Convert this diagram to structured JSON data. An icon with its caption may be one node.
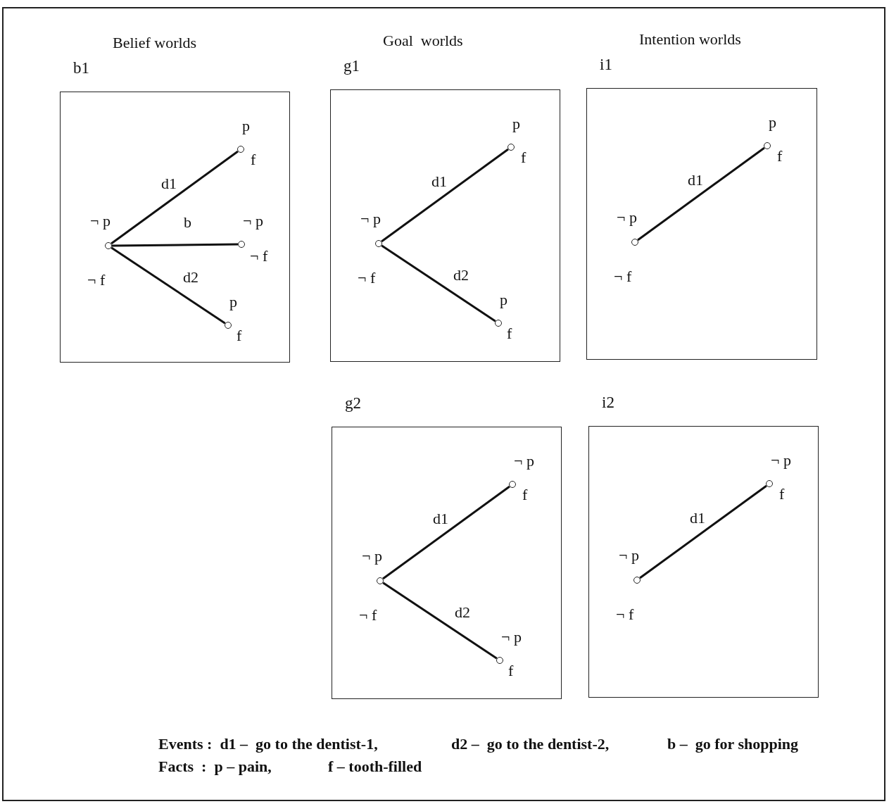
{
  "diagram": {
    "nodes": [
      {
        "text": [
          "b1"
        ]
      },
      {
        "text": [],
        "shape": "circle",
        "in": 0,
        "beside": [
          "¬ p",
          "¬ f"
        ]
      },
      {
        "text": [],
        "shape": "circle",
        "in": 0,
        "beside": [
          "p",
          "f"
        ]
      },
      {
        "text": [],
        "shape": "circle",
        "in": 0,
        "beside": [
          "¬ p",
          "¬ f"
        ]
      },
      {
        "text": [],
        "shape": "circle",
        "in": 0,
        "beside": [
          "p",
          "f"
        ]
      },
      {
        "text": [
          "g1"
        ]
      },
      {
        "text": [],
        "shape": "circle",
        "in": 5,
        "beside": [
          "¬ p",
          "¬ f"
        ]
      },
      {
        "text": [],
        "shape": "circle",
        "in": 5,
        "beside": [
          "p",
          "f"
        ]
      },
      {
        "text": [],
        "shape": "circle",
        "in": 5,
        "beside": [
          "p",
          "f"
        ]
      },
      {
        "text": [
          "i1"
        ]
      },
      {
        "text": [],
        "shape": "circle",
        "in": 9,
        "beside": [
          "¬ p",
          "¬ f"
        ]
      },
      {
        "text": [],
        "shape": "circle",
        "in": 9,
        "beside": [
          "p",
          "f"
        ]
      },
      {
        "text": [
          "g2"
        ]
      },
      {
        "text": [],
        "shape": "circle",
        "in": 12,
        "beside": [
          "¬ p",
          "¬ f"
        ]
      },
      {
        "text": [],
        "shape": "circle",
        "in": 12,
        "beside": [
          "¬ p",
          "f"
        ]
      },
      {
        "text": [],
        "shape": "circle",
        "in": 12,
        "beside": [
          "¬ p",
          "f"
        ]
      },
      {
        "text": [
          "i2"
        ]
      },
      {
        "text": [],
        "shape": "circle",
        "in": 16,
        "beside": [
          "¬ p",
          "¬ f"
        ]
      },
      {
        "text": [],
        "shape": "circle",
        "in": 16,
        "beside": [
          "¬ p",
          "f"
        ]
      }
    ],
    "edges": [
      {
        "from": 1,
        "to": 2,
        "arrow": "none",
        "label": "d1"
      },
      {
        "from": 1,
        "to": 3,
        "arrow": "none",
        "label": "b"
      },
      {
        "from": 1,
        "to": 4,
        "arrow": "none",
        "label": "d2"
      },
      {
        "from": 6,
        "to": 7,
        "arrow": "none",
        "label": "d1"
      },
      {
        "from": 6,
        "to": 8,
        "arrow": "none",
        "label": "d2"
      },
      {
        "from": 10,
        "to": 11,
        "arrow": "none",
        "label": "d1"
      },
      {
        "from": 13,
        "to": 14,
        "arrow": "none",
        "label": "d1"
      },
      {
        "from": 13,
        "to": 15,
        "arrow": "none",
        "label": "d2"
      },
      {
        "from": 17,
        "to": 18,
        "arrow": "none",
        "label": "d1"
      }
    ],
    "labels": [
      "Belief worlds",
      "Goal  worlds",
      "Intention worlds",
      "Events :  d1 –  go to the dentist-1,",
      "d2 –  go to the dentist-2,",
      "b –  go for shopping",
      "Facts  :  p – pain,",
      "f – tooth-filled"
    ]
  }
}
